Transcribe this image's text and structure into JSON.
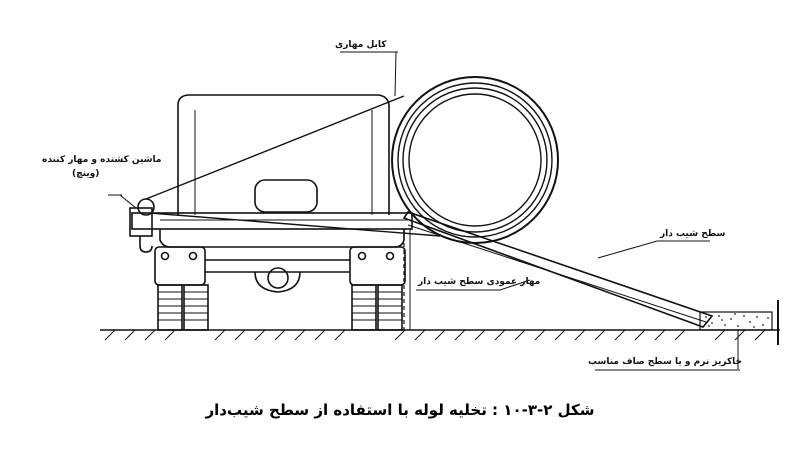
{
  "figure": {
    "caption": "شکل ۲-۳-۱۰ : تخلیه لوله با استفاده از سطح شیب‌دار",
    "line_color": "#111111",
    "background": "#ffffff"
  },
  "labels": {
    "anchor_cable": "کابل مهاری",
    "winch_line1": "ماشین کشنده و مهار کننده",
    "winch_line2": "(وینچ)",
    "inclined_surface": "سطح شیب دار",
    "vertical_anchor": "مهار عمودی سطح شیب دار",
    "soft_soil": "خاکریز نرم و یا سطح صاف مناسب"
  }
}
